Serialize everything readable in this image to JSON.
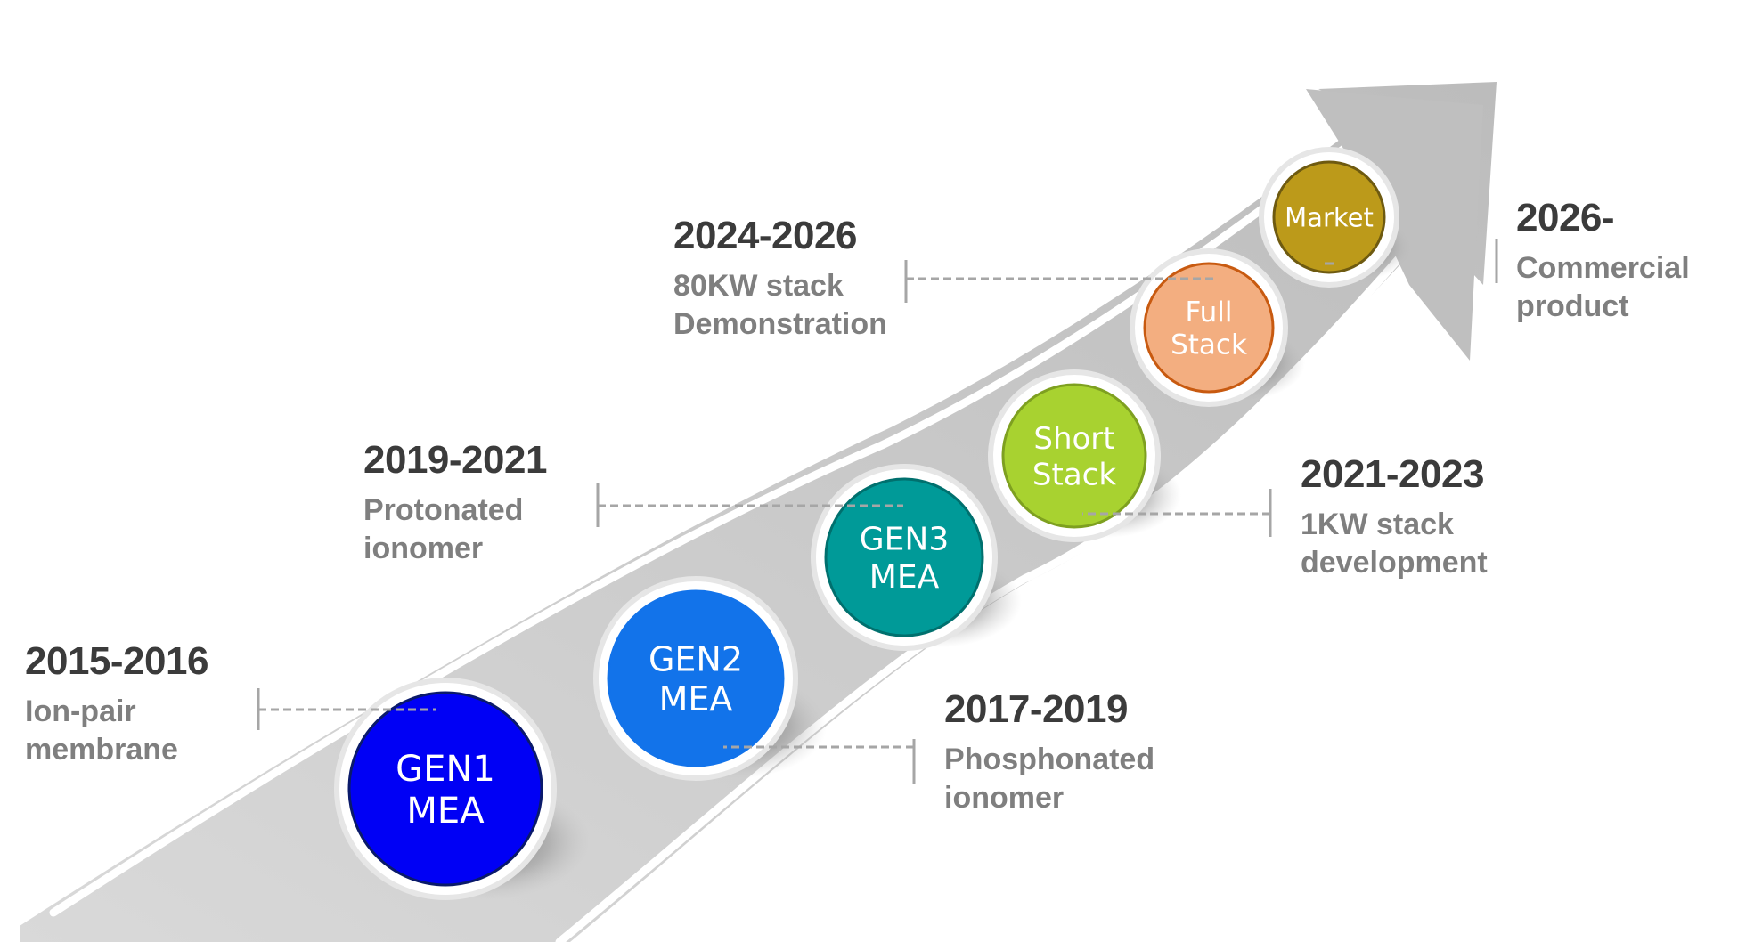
{
  "title": "MEA and stack development roadmap",
  "milestones": [
    {
      "id": "gen1",
      "node": [
        "GEN1",
        "MEA"
      ],
      "period": "2015-2016",
      "desc": "Ion-pair\nmembrane",
      "color": "#0000f5",
      "stroke": "#0a1a6a"
    },
    {
      "id": "gen2",
      "node": [
        "GEN2",
        "MEA"
      ],
      "period": "2017-2019",
      "desc": "Phosphonated\nionomer",
      "color": "#1273ea",
      "stroke": "#1273ea"
    },
    {
      "id": "gen3",
      "node": [
        "GEN3",
        "MEA"
      ],
      "period": "2019-2021",
      "desc": "Protonated\nionomer",
      "color": "#009a98",
      "stroke": "#00706e"
    },
    {
      "id": "short-stack",
      "node": [
        "Short",
        "Stack"
      ],
      "period": "2021-2023",
      "desc": "1KW stack\ndevelopment",
      "color": "#a8d230",
      "stroke": "#7ea020"
    },
    {
      "id": "full-stack",
      "node": [
        "Full",
        "Stack"
      ],
      "period": "2024-2026",
      "desc": "80KW stack\nDemonstration",
      "color": "#f3ae80",
      "stroke": "#c85a10"
    },
    {
      "id": "market",
      "node": [
        "Market"
      ],
      "period": "2026-",
      "desc": "Commercial\nproduct",
      "color": "#bc9a1a",
      "stroke": "#6e5a10"
    }
  ],
  "colors": {
    "ribbon": "#d9d9d9",
    "arrow": "#bfbfbf",
    "year_text": "#3b3b3b",
    "desc_text": "#7f7f7f",
    "leader": "#a6a6a6"
  }
}
